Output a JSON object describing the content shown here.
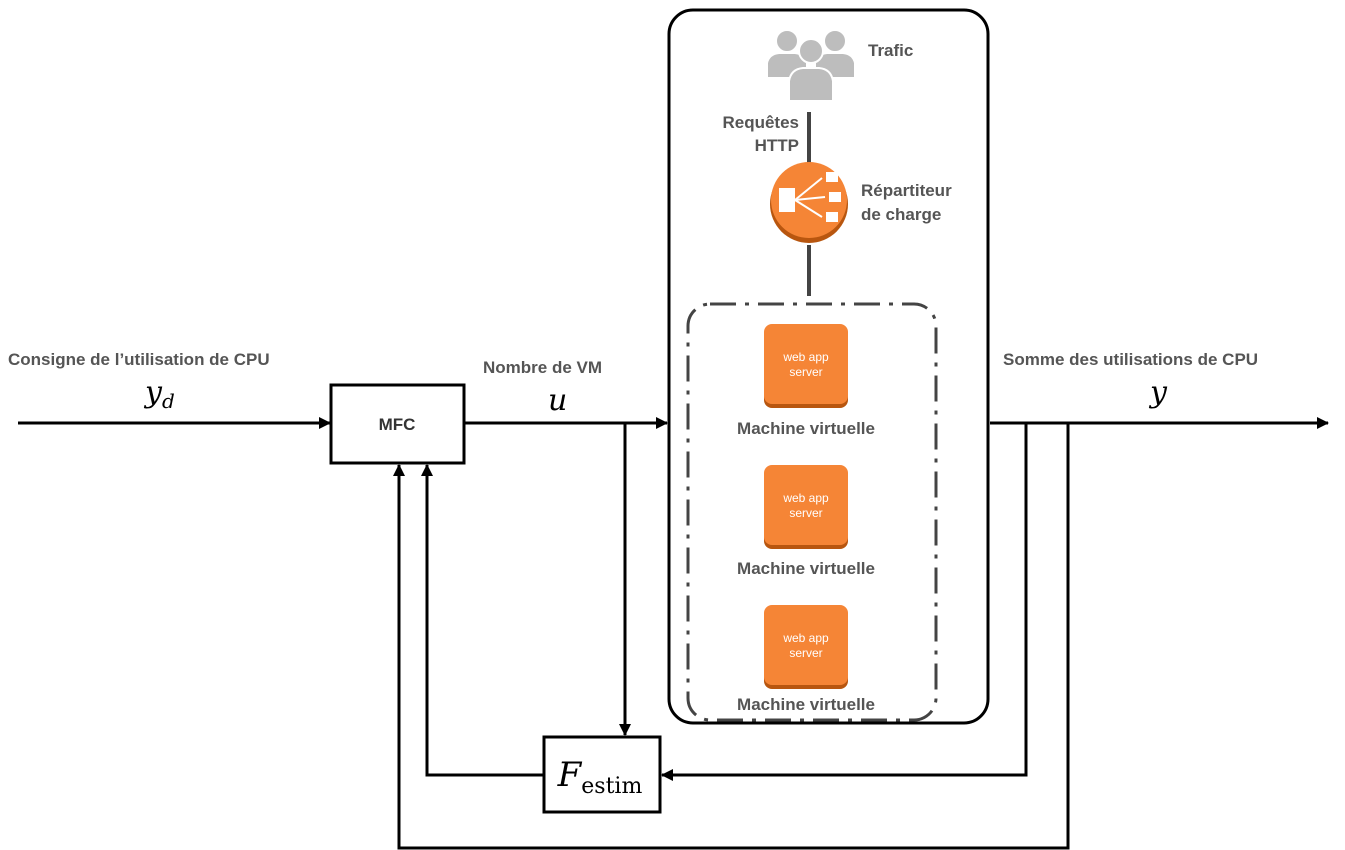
{
  "labels": {
    "setpoint": "Consigne de l’utilisation de CPU",
    "setpoint_symbol": "y",
    "setpoint_subscript": "d",
    "vm_count": "Nombre de VM",
    "vm_symbol": "u",
    "output": "Somme des utilisations de CPU",
    "output_symbol": "y",
    "traffic": "Trafic",
    "http_line1": "Requêtes",
    "http_line2": "HTTP",
    "lb_line1": "Répartiteur",
    "lb_line2": "de charge"
  },
  "blocks": {
    "controller": "MFC",
    "estimator_symbol": "F",
    "estimator_subscript": "estim"
  },
  "servers": [
    {
      "line1": "web app",
      "line2": "server",
      "caption": "Machine virtuelle"
    },
    {
      "line1": "web app",
      "line2": "server",
      "caption": "Machine virtuelle"
    },
    {
      "line1": "web app",
      "line2": "server",
      "caption": "Machine virtuelle"
    }
  ],
  "colors": {
    "server_orange": "#F58536",
    "server_shadow": "#B8560F",
    "balancer_orange": "#F58536",
    "users_gray": "#BDBDBD",
    "label_gray": "#555555"
  },
  "icons": {
    "traffic": "users-icon",
    "balancer": "load-balancer-icon",
    "server": "server-icon"
  }
}
